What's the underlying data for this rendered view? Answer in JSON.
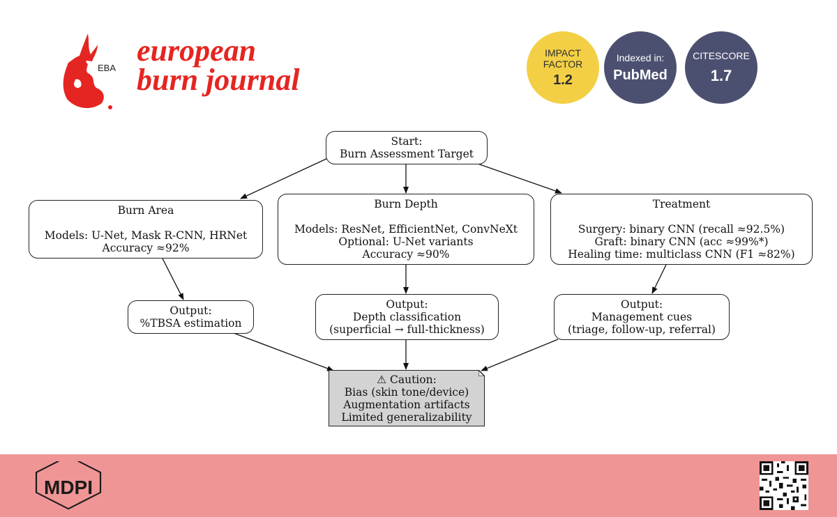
{
  "header": {
    "journal_line1": "european",
    "journal_line2": "burn journal",
    "logo_text": "EBA",
    "badges": [
      {
        "label_line1": "IMPACT",
        "label_line2": "FACTOR",
        "value": "1.2",
        "color": "#f3cf45"
      },
      {
        "label": "Indexed in:",
        "value": "PubMed",
        "color": "#4c5070"
      },
      {
        "label": "CITESCORE",
        "value": "1.7",
        "color": "#4c5070"
      }
    ]
  },
  "diagram": {
    "start": {
      "line1": "Start:",
      "line2": "Burn Assessment Target"
    },
    "area": {
      "title": "Burn Area",
      "line1": "Models: U-Net, Mask R-CNN, HRNet",
      "line2": "Accuracy ≈92%"
    },
    "depth": {
      "title": "Burn Depth",
      "line1": "Models: ResNet, EfficientNet, ConvNeXt",
      "line2": "Optional: U-Net variants",
      "line3": "Accuracy ≈90%"
    },
    "treatment": {
      "title": "Treatment",
      "line1": "Surgery: binary CNN (recall ≈92.5%)",
      "line2": "Graft: binary CNN (acc ≈99%*)",
      "line3": "Healing time: multiclass CNN (F1 ≈82%)"
    },
    "out_area": {
      "line1": "Output:",
      "line2": "%TBSA estimation"
    },
    "out_depth": {
      "line1": "Output:",
      "line2": "Depth classification",
      "line3": "(superficial → full-thickness)"
    },
    "out_treat": {
      "line1": "Output:",
      "line2": "Management cues",
      "line3": "(triage, follow-up, referral)"
    },
    "caution": {
      "line1": "⚠ Caution:",
      "line2": "Bias (skin tone/device)",
      "line3": "Augmentation artifacts",
      "line4": "Limited generalizability"
    }
  },
  "footer": {
    "publisher": "MDPI",
    "background": "#f09595"
  },
  "icons": [
    "eba-europe-logo-icon",
    "mdpi-hexagon-logo-icon",
    "qr-code-icon"
  ]
}
